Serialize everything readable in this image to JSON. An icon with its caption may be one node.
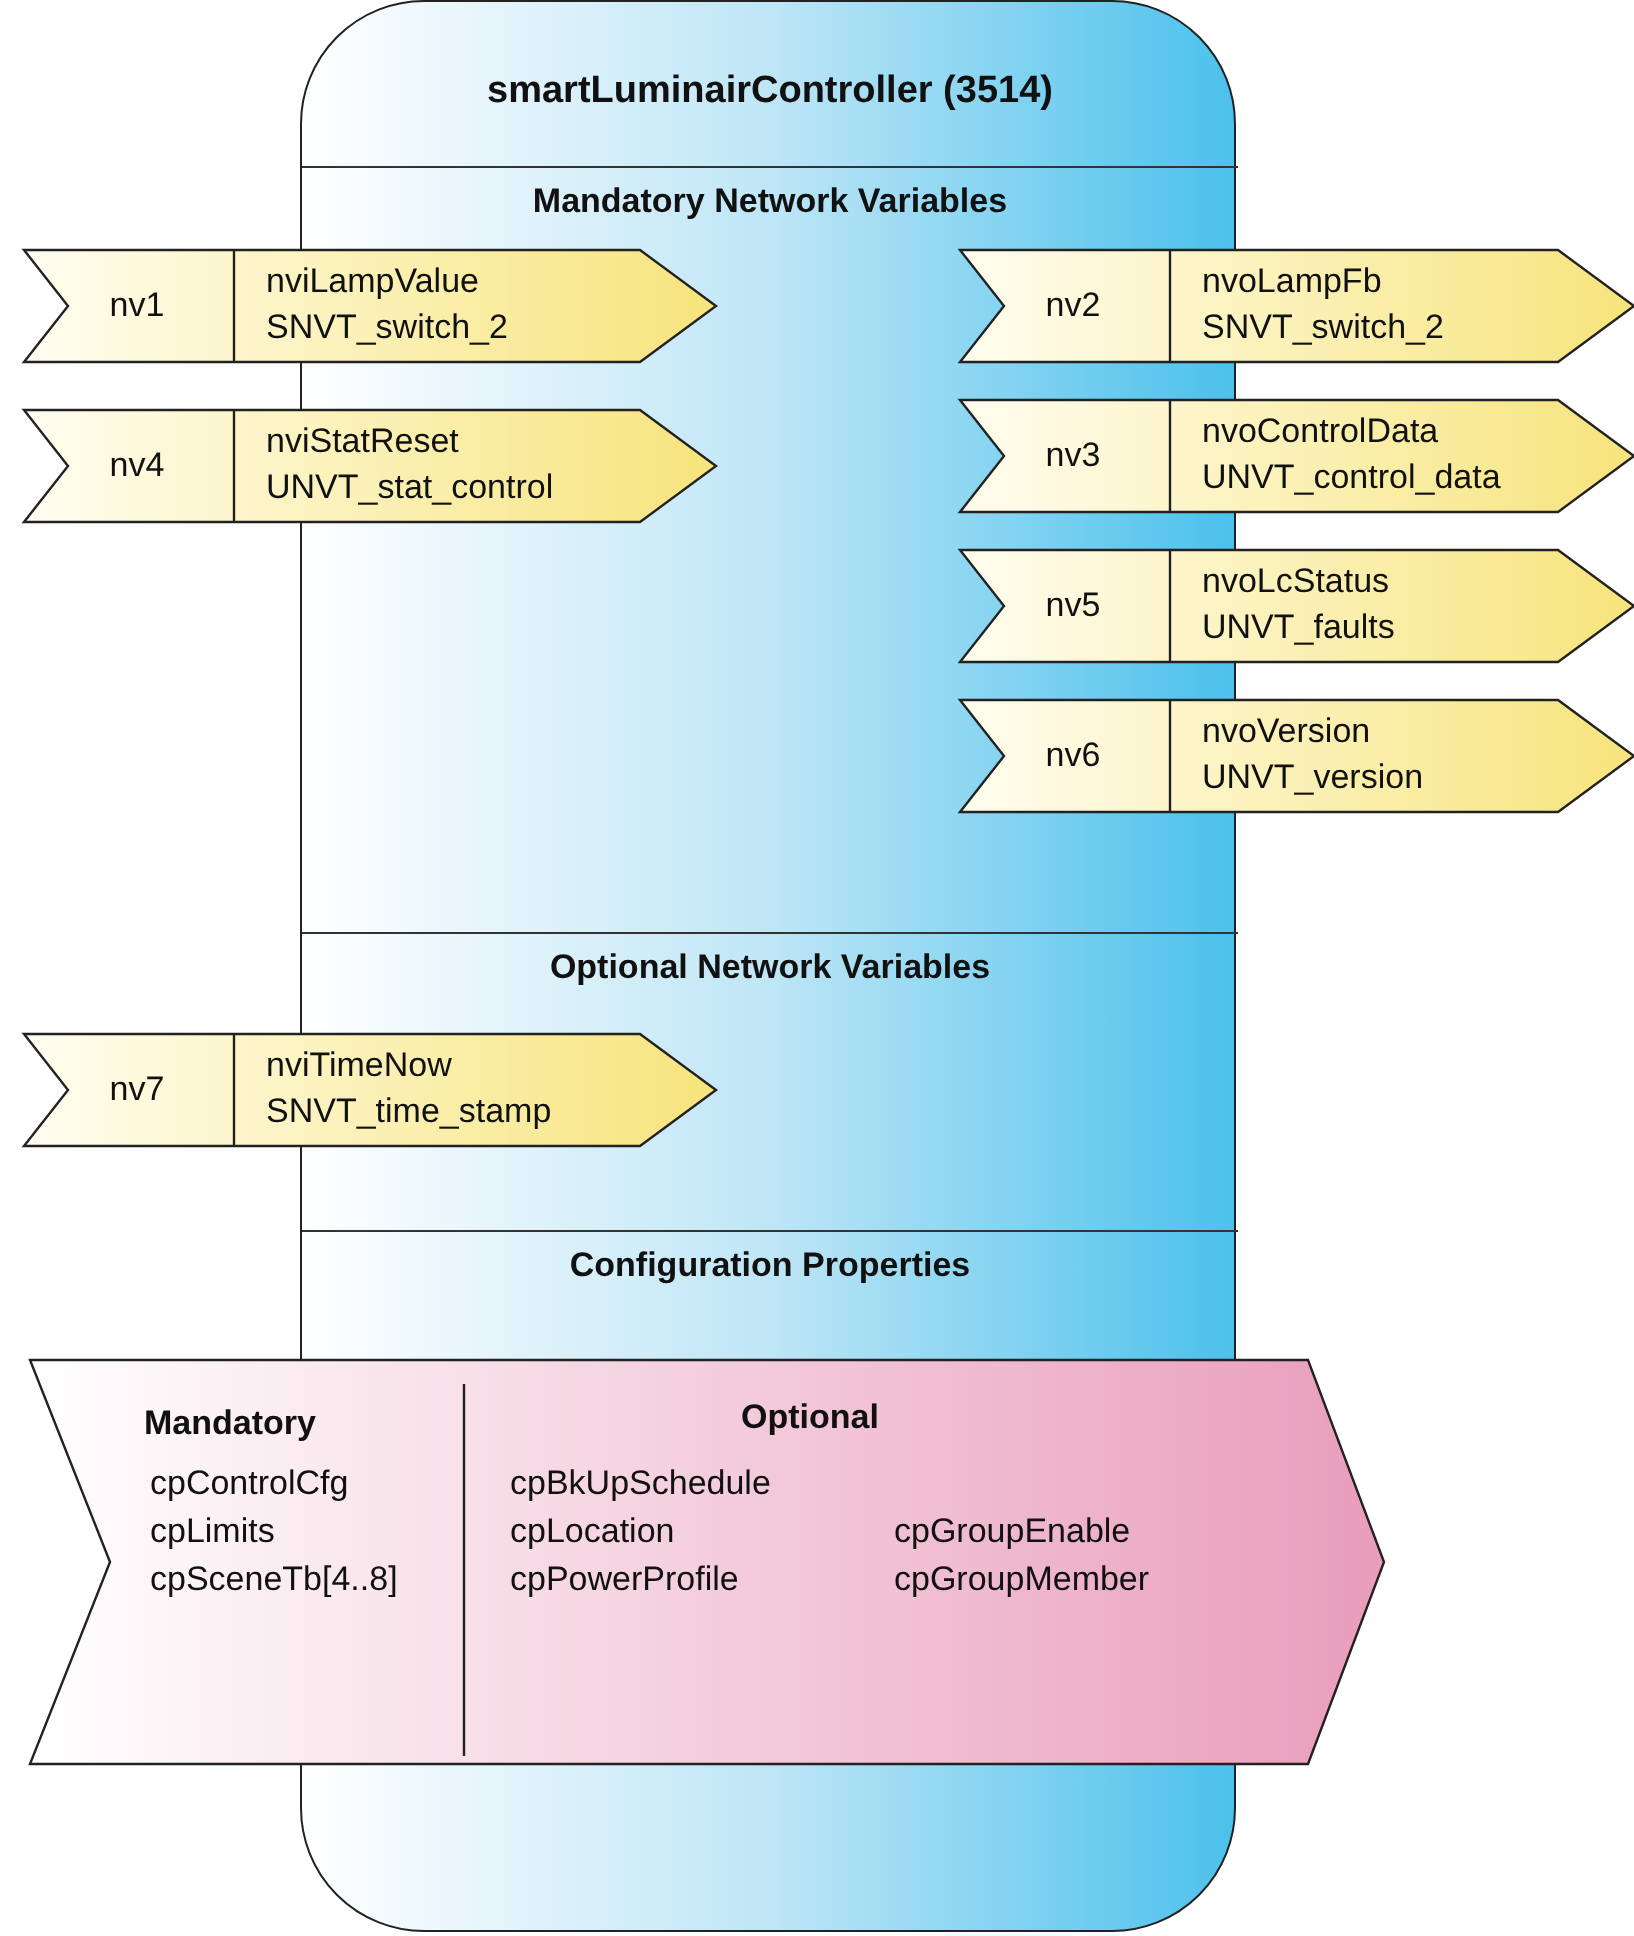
{
  "diagram": {
    "nodes": [
      {
        "text": [
          "smartLuminairController (3514)"
        ]
      },
      {
        "text": [
          "Mandatory Network Variables"
        ],
        "in": 0
      },
      {
        "text": [
          "nv1",
          "nviLampValue",
          "SNVT_switch_2"
        ]
      },
      {
        "text": [
          "nv2",
          "nvoLampFb",
          "SNVT_switch_2"
        ]
      },
      {
        "text": [
          "nv4",
          "nviStatReset",
          "UNVT_stat_control"
        ]
      },
      {
        "text": [
          "nv3",
          "nvoControlData",
          "UNVT_control_data"
        ]
      },
      {
        "text": [
          "nv5",
          "nvoLcStatus",
          "UNVT_faults"
        ]
      },
      {
        "text": [
          "nv6",
          "nvoVersion",
          "UNVT_version"
        ]
      },
      {
        "text": [
          "Optional Network Variables"
        ],
        "in": 0
      },
      {
        "text": [
          "nv7",
          "nviTimeNow",
          "SNVT_time_stamp"
        ]
      },
      {
        "text": [
          "Configuration Properties"
        ],
        "in": 0
      },
      {
        "text": [
          "Mandatory",
          "cpControlCfg cpLimits cpSceneTb[4..8]",
          "Optional",
          "cpBkUpSchedule cpLocation cpPowerProfile",
          "cpGroupEnable cpGroupMember"
        ]
      }
    ]
  }
}
